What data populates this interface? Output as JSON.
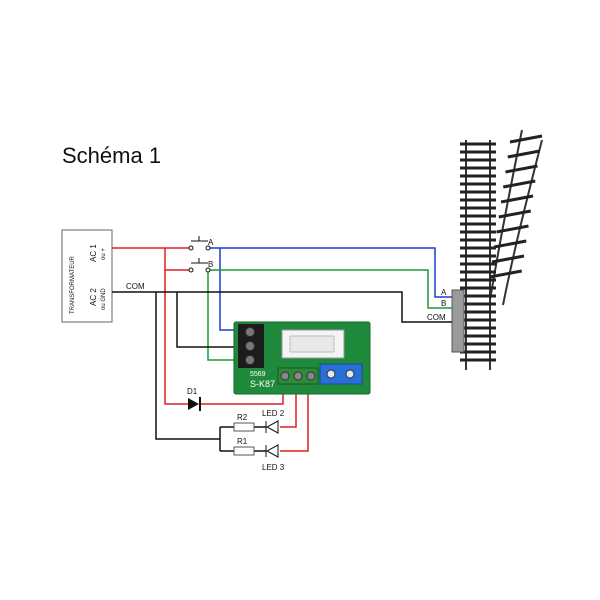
{
  "title": "Schéma 1",
  "transformer": {
    "name": "TRANSFORMATEUR",
    "ac1_label": "AC 1",
    "ac1_sub": "ou +",
    "ac2_label": "AC 2",
    "ac2_sub": "ou GND"
  },
  "wires": {
    "com_label_left": "COM",
    "com_label_right": "COM",
    "switch_a_label": "A",
    "switch_b_label": "B",
    "track_a_label": "A",
    "track_b_label": "B"
  },
  "module": {
    "name": "S-K87",
    "code": "5569"
  },
  "components": {
    "diode": "D1",
    "led2": "LED 2",
    "led3": "LED 3",
    "r1": "R1",
    "r2": "R2"
  },
  "colors": {
    "red_wire": "#e02020",
    "blue_wire": "#1a3fd0",
    "green_wire": "#1a9a3a",
    "black_wire": "#111111",
    "board": "#1f8a3c",
    "terminal_blue": "#2a6fd6",
    "terminal_green": "#2c8a3a"
  }
}
